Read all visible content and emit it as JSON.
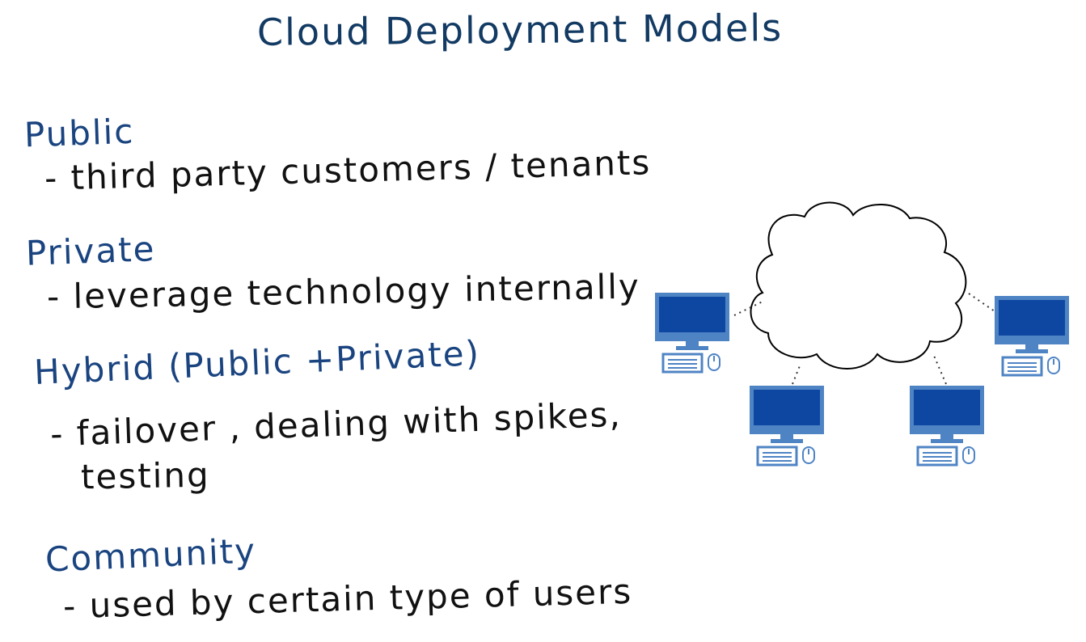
{
  "title": "Cloud Deployment Models",
  "models": [
    {
      "name": "Public",
      "details": [
        "- third party customers / tenants"
      ]
    },
    {
      "name": "Private",
      "details": [
        "- leverage technology internally"
      ]
    },
    {
      "name": "Hybrid (Public +Private)",
      "details": [
        "- failover , dealing with spikes,",
        "testing"
      ]
    },
    {
      "name": "Community",
      "details": [
        "- used by certain type of users"
      ]
    }
  ],
  "colors": {
    "title": "#123a63",
    "heading": "#1a4480",
    "text": "#111111",
    "monitor": "#0d47a1",
    "monitor_frame": "#4f84c4",
    "cloud_stroke": "#000000"
  },
  "icons": [
    "cloud-icon",
    "computer-icon"
  ]
}
